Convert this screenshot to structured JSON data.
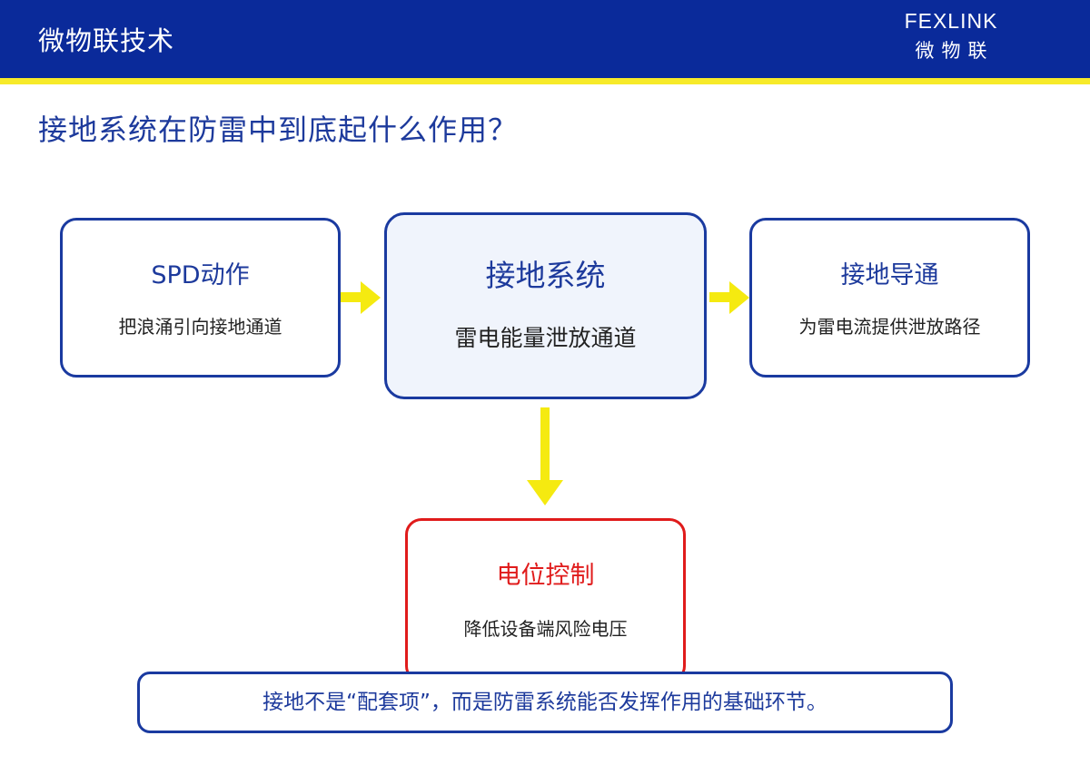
{
  "header": {
    "title": "微物联技术",
    "logo_word": "FEXLINK",
    "logo_cn": "微物联"
  },
  "slide": {
    "title": "接地系统在防雷中到底起什么作用？"
  },
  "diagram": {
    "nodes": {
      "spd": {
        "title": "SPD动作",
        "subtitle": "把浪涌引向接地通道"
      },
      "grounding": {
        "title": "接地系统",
        "subtitle": "雷电能量泄放通道"
      },
      "conduction": {
        "title": "接地导通",
        "subtitle": "为雷电流提供泄放路径"
      },
      "potential": {
        "title": "电位控制",
        "subtitle": "降低设备端风险电压"
      }
    },
    "edges": [
      {
        "from": "spd",
        "to": "grounding"
      },
      {
        "from": "grounding",
        "to": "conduction"
      },
      {
        "from": "grounding",
        "to": "potential"
      }
    ],
    "note": "接地不是“配套项”，而是防雷系统能否发挥作用的基础环节。"
  },
  "colors": {
    "header_bg": "#0a2a9a",
    "accent_yellow": "#f7ea2a",
    "primary_blue": "#1a3aa0",
    "highlight_red": "#e01b1b",
    "arrow_yellow": "#f5ea10"
  }
}
